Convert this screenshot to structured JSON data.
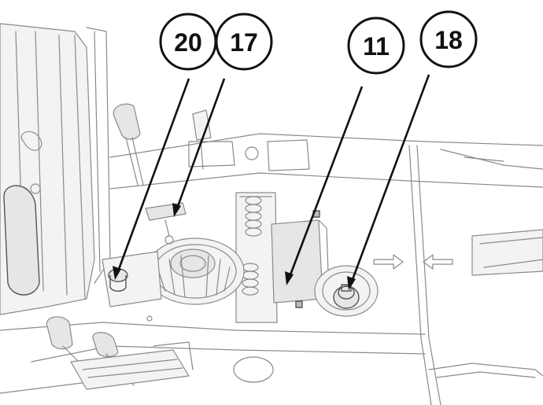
{
  "callouts": [
    {
      "id": "c20",
      "label": "20"
    },
    {
      "id": "c17",
      "label": "17"
    },
    {
      "id": "c11",
      "label": "11"
    },
    {
      "id": "c18",
      "label": "18"
    }
  ],
  "colors": {
    "outline": "#111111",
    "drawing": "#8a8a8a",
    "background": "#ffffff"
  }
}
